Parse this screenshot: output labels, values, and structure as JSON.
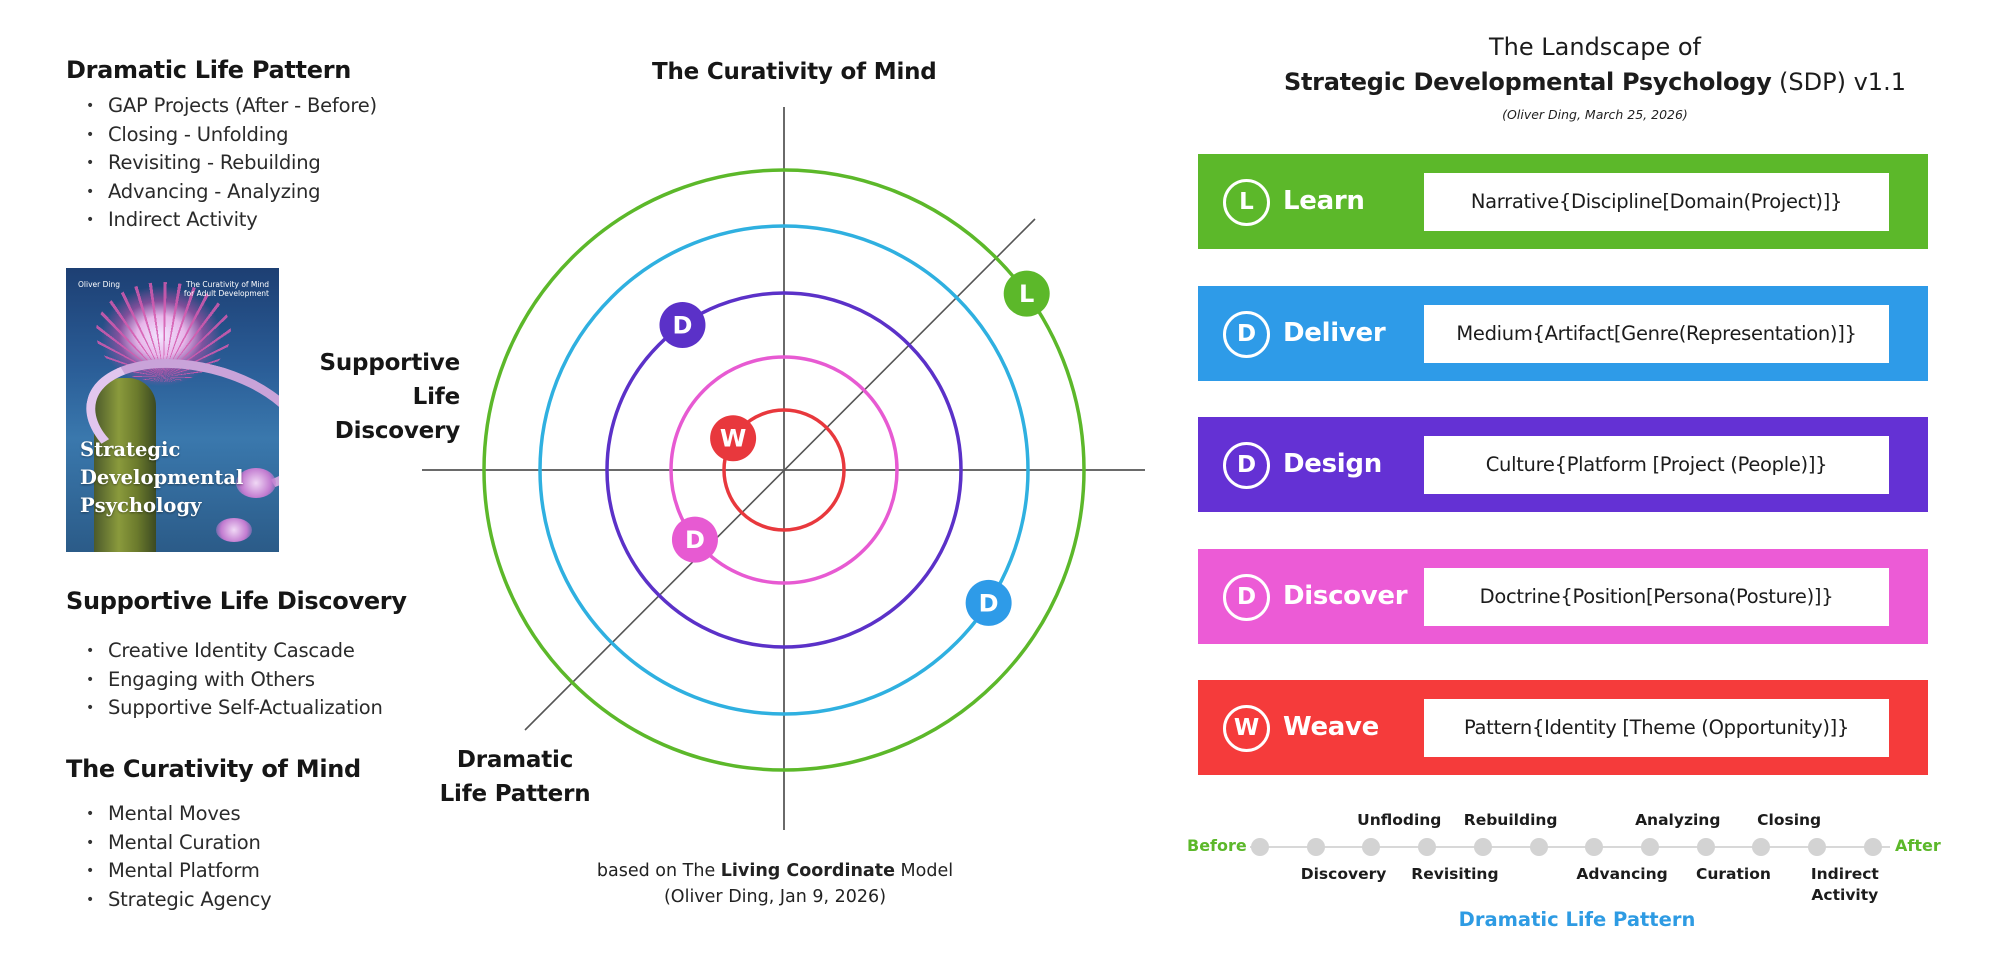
{
  "left_panel": {
    "sections": [
      {
        "title": "Dramatic Life Pattern",
        "items": [
          "GAP Projects (After - Before)",
          "Closing - Unfolding",
          "Revisiting - Rebuilding",
          "Advancing - Analyzing",
          "Indirect Activity"
        ]
      },
      {
        "title": "Supportive Life Discovery",
        "items": [
          "Creative Identity Cascade",
          "Engaging with Others",
          "Supportive Self-Actualization"
        ]
      },
      {
        "title": "The Curativity of Mind",
        "items": [
          "Mental Moves",
          "Mental Curation",
          "Mental Platform",
          "Strategic Agency"
        ]
      }
    ],
    "book": {
      "author": "Oliver Ding",
      "subtitle": "The Curativity of Mind\nfor Adult Development",
      "title": "Strategic\nDevelopmental\nPsychology"
    }
  },
  "diagram": {
    "axis_top": "The Curativity of Mind",
    "axis_left": [
      "Supportive",
      "Life",
      "Discovery"
    ],
    "axis_bottom_left": [
      "Dramatic",
      "Life Pattern"
    ],
    "rings": [
      {
        "name": "Weave",
        "color": "#e8383d",
        "order": 1
      },
      {
        "name": "Discover",
        "color": "#e75ad2",
        "order": 2
      },
      {
        "name": "Design",
        "color": "#5b31c8",
        "order": 3
      },
      {
        "name": "Deliver",
        "color": "#2fb0e0",
        "order": 4
      },
      {
        "name": "Learn",
        "color": "#5cb82a",
        "order": 5
      }
    ],
    "nodes": [
      {
        "letter": "W",
        "ring": "Weave",
        "color": "#e8383d",
        "angle_deg": 148
      },
      {
        "letter": "D",
        "ring": "Discover",
        "color": "#e75ad2",
        "angle_deg": 218
      },
      {
        "letter": "D",
        "ring": "Design",
        "color": "#5b31c8",
        "angle_deg": 125
      },
      {
        "letter": "D",
        "ring": "Deliver",
        "color": "#2e9be8",
        "angle_deg": -33
      },
      {
        "letter": "L",
        "ring": "Learn",
        "color": "#5cb82a",
        "angle_deg": 36
      }
    ],
    "caption": {
      "prefix": "based on The ",
      "bold": "Living Coordinate",
      "suffix": " Model",
      "line2": "(Oliver Ding, Jan 9, 2026)"
    }
  },
  "right_panel": {
    "title_line1": "The Landscape of",
    "title_bold": "Strategic Developmental Psychology",
    "title_suffix": " (SDP) v1.1",
    "byline": "(Oliver Ding, March 25, 2026)",
    "cards": [
      {
        "letter": "L",
        "name": "Learn",
        "formula": "Narrative{Discipline[Domain(Project)]}",
        "color": "#5cb82a"
      },
      {
        "letter": "D",
        "name": "Deliver",
        "formula": "Medium{Artifact[Genre(Representation)]}",
        "color": "#2e9be8"
      },
      {
        "letter": "D",
        "name": "Design",
        "formula": "Culture{Platform [Project (People)]}",
        "color": "#6431d4"
      },
      {
        "letter": "D",
        "name": "Discover",
        "formula": "Doctrine{Position[Persona(Posture)]}",
        "color": "#ec5bd6"
      },
      {
        "letter": "W",
        "name": "Weave",
        "formula": "Pattern{Identity [Theme (Opportunity)]}",
        "color": "#f53b3b"
      }
    ],
    "timeline": {
      "start": "Before",
      "end": "After",
      "end_color": "#5cb82a",
      "dot_count": 12,
      "labels_above": [
        {
          "text": "Unfloding",
          "between": [
            2,
            3
          ]
        },
        {
          "text": "Rebuilding",
          "between": [
            4,
            5
          ]
        },
        {
          "text": "Analyzing",
          "between": [
            7,
            8
          ]
        },
        {
          "text": "Closing",
          "between": [
            9,
            10
          ]
        }
      ],
      "labels_below": [
        {
          "text": "Discovery",
          "between": [
            1,
            2
          ]
        },
        {
          "text": "Revisiting",
          "between": [
            3,
            4
          ]
        },
        {
          "text": "Advancing",
          "between": [
            6,
            7
          ]
        },
        {
          "text": "Curation",
          "between": [
            8,
            9
          ]
        },
        {
          "text": "Indirect\nActivity",
          "between": [
            10,
            11
          ]
        }
      ],
      "title": "Dramatic Life Pattern",
      "title_color": "#2e9be3"
    }
  }
}
